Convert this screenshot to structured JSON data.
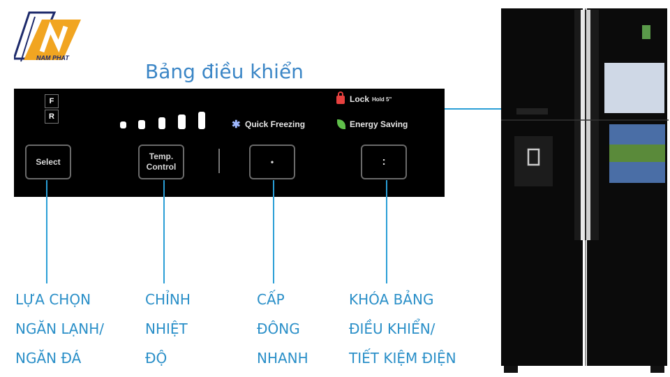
{
  "logo": {
    "text": "NAM PHAT"
  },
  "title": "Bảng điều khiển",
  "panel": {
    "fr_indicators": [
      "F",
      "R"
    ],
    "temp_levels": 5,
    "quick_freezing": "Quick Freezing",
    "lock": "Lock",
    "lock_hint": "Hold 5\"",
    "energy_saving": "Energy Saving",
    "buttons": {
      "select": "Select",
      "temp_control": "Temp.\nControl",
      "quick_freeze_dot": "•",
      "lock_dots": ":"
    }
  },
  "labels": [
    "LỰA CHỌN\nNGĂN LẠNH/\nNGĂN ĐÁ",
    "CHỈNH\nNHIỆT\nĐỘ",
    "CẤP\nĐÔNG\nNHANH",
    "KHÓA BẢNG\nĐIỀU KHIỂN/\nTIẾT KIỆM ĐIỆN"
  ],
  "colors": {
    "accent": "#2a8fc8",
    "title": "#3b86c6",
    "panel": "#000000",
    "lock": "#e8413f",
    "leaf": "#5fbf4a",
    "snow": "#9fb8ff"
  }
}
